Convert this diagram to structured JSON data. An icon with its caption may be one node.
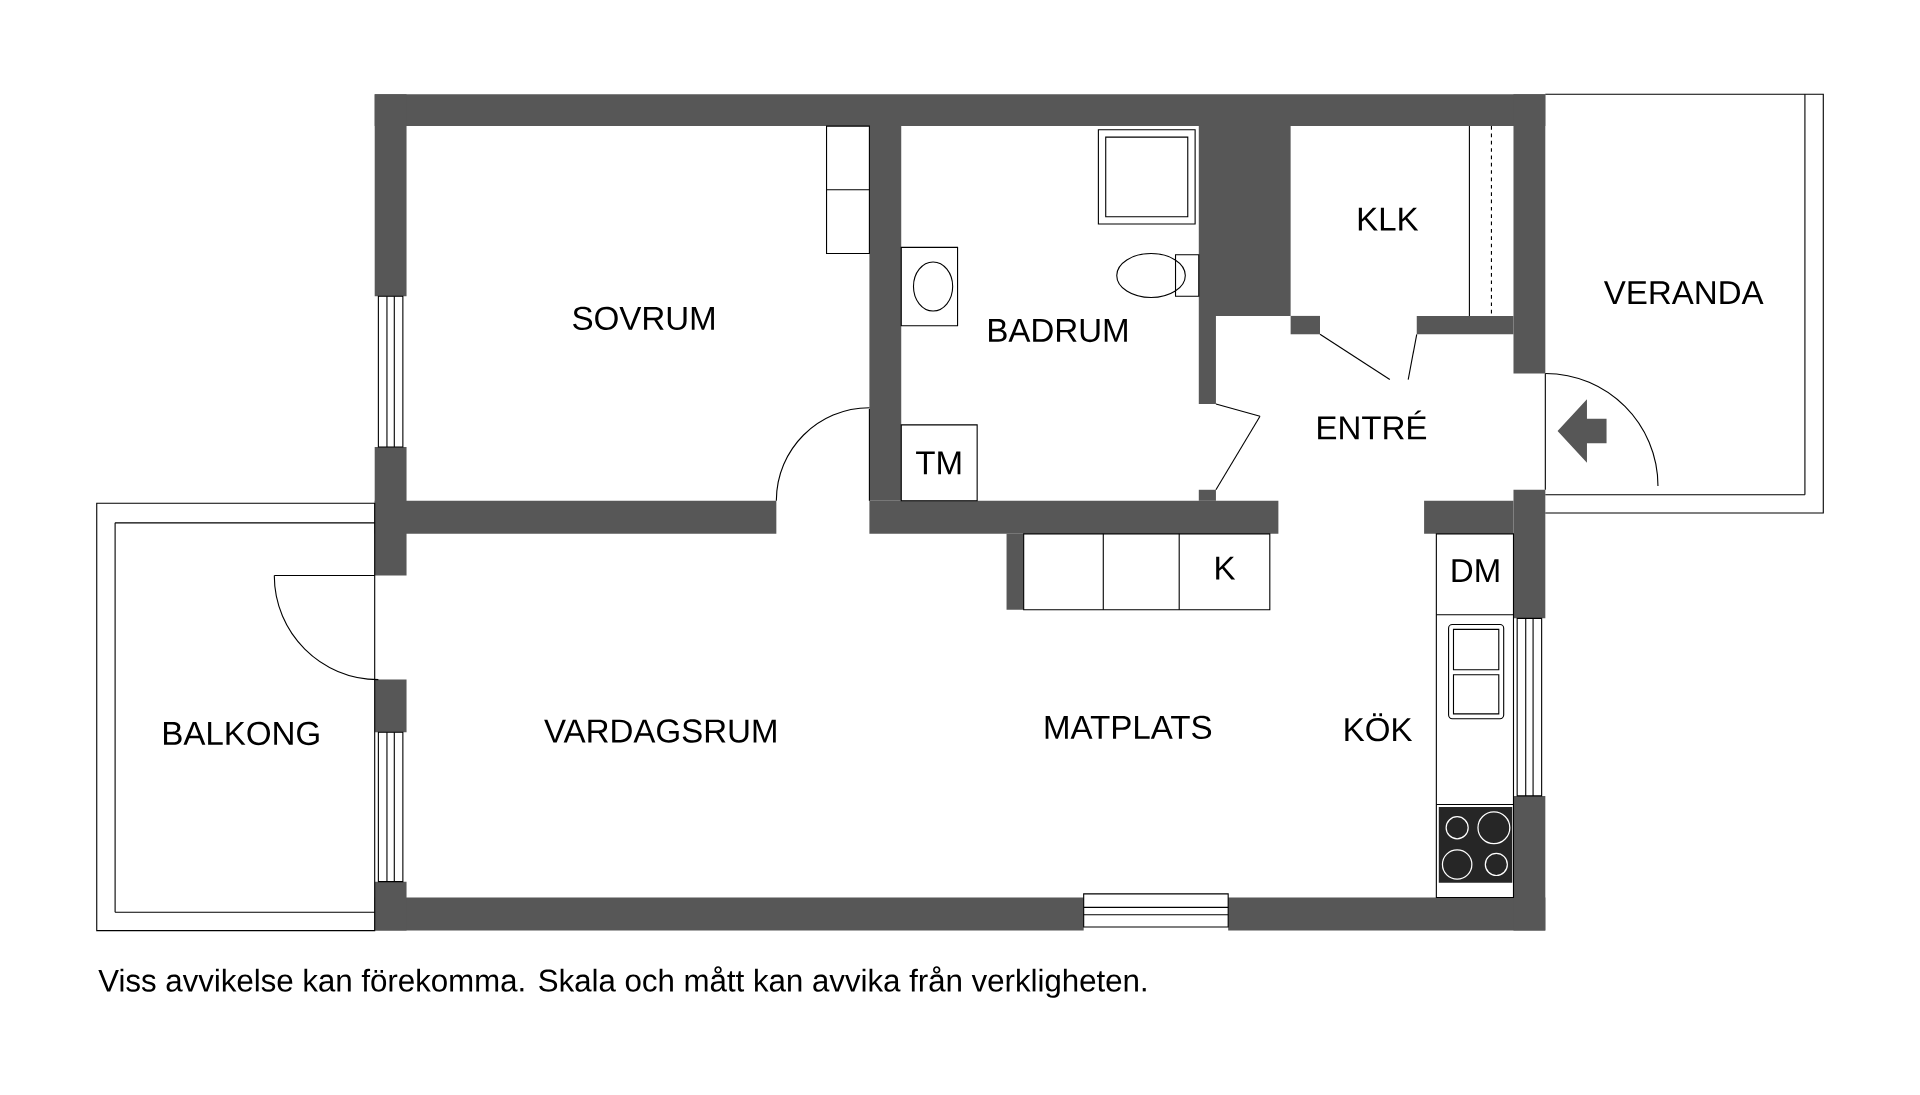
{
  "diagram": {
    "caption": "Viss avvikelse kan förekomma. Skala och mått kan avvika från verkligheten.",
    "labels": [
      "KLK",
      "VERANDA",
      "SOVRUM",
      "BADRUM",
      "ENTRÉ",
      "TM",
      "K",
      "DM",
      "BALKONG",
      "VARDAGSRUM",
      "MATPLATS",
      "KÖK"
    ]
  }
}
